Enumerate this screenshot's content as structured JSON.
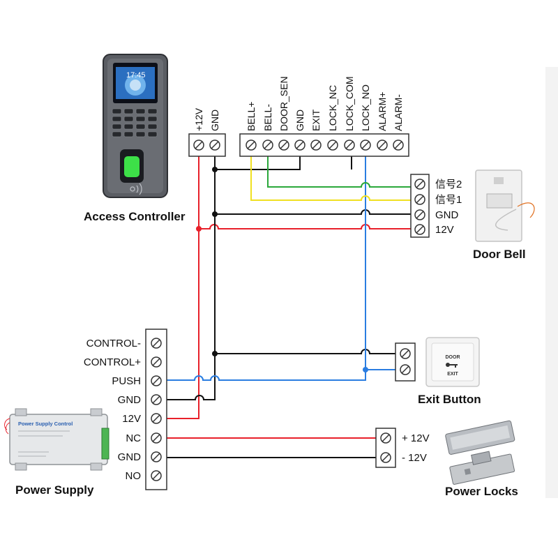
{
  "access_controller": {
    "caption": "Access Controller",
    "screen_time": "17:45",
    "power_terminals": [
      "+12V",
      "GND"
    ],
    "signal_terminals": [
      "BELL+",
      "BELL-",
      "DOOR_SEN",
      "GND",
      "EXIT",
      "LOCK_NC",
      "LOCK_COM",
      "LOCK_NO",
      "ALARM+",
      "ALARM-"
    ]
  },
  "door_bell": {
    "caption": "Door Bell",
    "terminals": [
      "信号2",
      "信号1",
      "GND",
      "12V"
    ]
  },
  "power_supply": {
    "caption": "Power Supply",
    "device_label": "Power Supply Control",
    "terminals": [
      "CONTROL-",
      "CONTROL+",
      "PUSH",
      "GND",
      "12V",
      "NC",
      "GND",
      "NO"
    ]
  },
  "exit_button": {
    "caption": "Exit Button",
    "face_top": "DOOR",
    "face_bottom": "EXIT"
  },
  "power_locks": {
    "caption": "Power Locks",
    "terminals": [
      "+ 12V",
      "- 12V"
    ]
  },
  "colors": {
    "red": "#e8202a",
    "black": "#111111",
    "blue": "#2a7de1",
    "green": "#2aa83a",
    "yellow": "#f0e020",
    "terminal_fill": "#ffffff",
    "terminal_stroke": "#333333"
  }
}
